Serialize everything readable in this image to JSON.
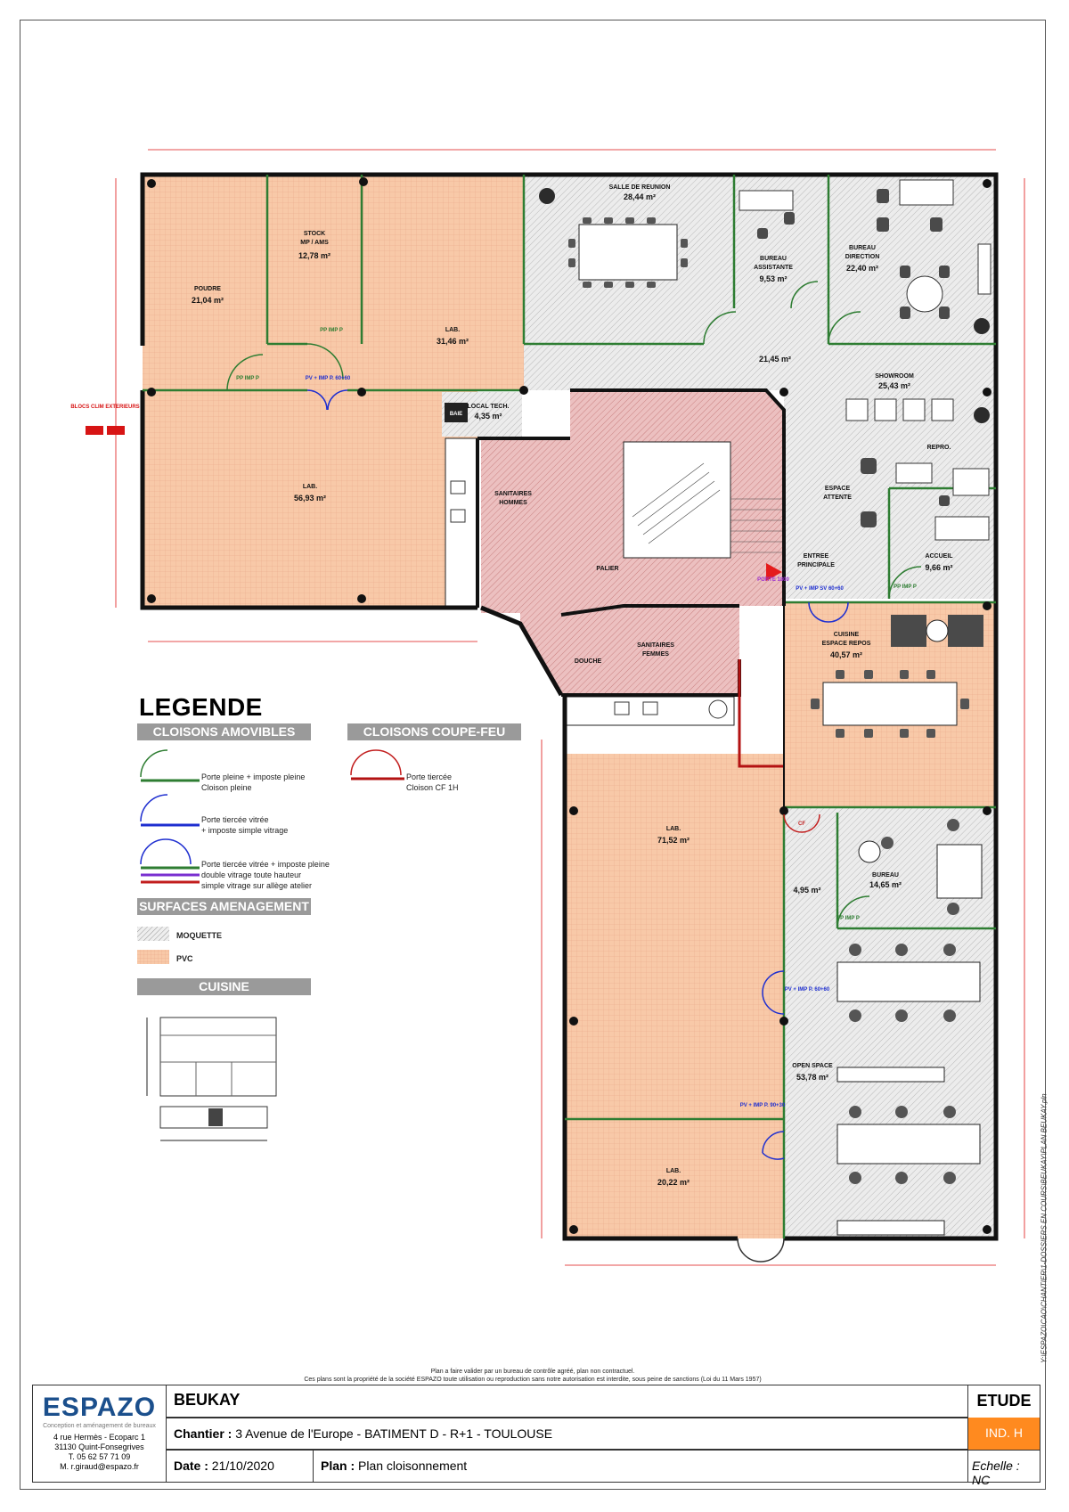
{
  "rooms": {
    "poudre": {
      "name": "POUDRE",
      "area": "21,04 m²"
    },
    "stock": {
      "name": "STOCK",
      "sub": "MP / AMS",
      "area": "12,78 m²"
    },
    "lab1": {
      "name": "LAB.",
      "area": "31,46 m²"
    },
    "lab2": {
      "name": "LAB.",
      "area": "56,93 m²"
    },
    "salle_reunion": {
      "name": "SALLE DE REUNION",
      "area": "28,44 m²"
    },
    "bureau_assistante": {
      "name": "BUREAU",
      "sub": "ASSISTANTE",
      "area": "9,53 m²"
    },
    "bureau_direction": {
      "name": "BUREAU",
      "sub": "DIRECTION",
      "area": "22,40 m²"
    },
    "circulation": {
      "area": "21,45 m²"
    },
    "showroom": {
      "name": "SHOWROOM",
      "area": "25,43 m²"
    },
    "local_tech": {
      "name": "LOCAL TECH.",
      "area": "4,35 m²"
    },
    "san_hommes": {
      "name": "SANITAIRES",
      "sub": "HOMMES"
    },
    "san_femmes": {
      "name": "SANITAIRES",
      "sub": "FEMMES"
    },
    "douche": {
      "name": "DOUCHE"
    },
    "palier": {
      "name": "PALIER"
    },
    "espace_attente": {
      "name": "ESPACE",
      "sub": "ATTENTE"
    },
    "repro": {
      "name": "REPRO."
    },
    "accueil": {
      "name": "ACCUEIL",
      "area": "9,66 m²"
    },
    "entree": {
      "name": "ENTREE",
      "sub": "PRINCIPALE"
    },
    "cuisine": {
      "name": "CUISINE",
      "sub": "ESPACE REPOS",
      "area": "40,57 m²"
    },
    "lab3": {
      "name": "LAB.",
      "area": "71,52 m²"
    },
    "bureau": {
      "name": "BUREAU",
      "area": "14,65 m²"
    },
    "sas": {
      "area": "4,95 m²"
    },
    "open_space": {
      "name": "OPEN SPACE",
      "area": "53,78 m²"
    },
    "lab4": {
      "name": "LAB.",
      "area": "20,22 m²"
    }
  },
  "tags": {
    "pp_imp": "PP IMP P",
    "pv_imp_6060": "PV + IMP P. 60+60",
    "pv_imp_9030": "PV + IMP P. 90+30",
    "pv_imp_sv": "PV + IMP SV 60+60",
    "cf": "CF",
    "baie": "BAIE",
    "blocs_clim": "BLOCS CLIM EXTERIEURS",
    "porte": "PORTE 1800"
  },
  "legend": {
    "title": "LEGENDE",
    "cloisons_amovibles": "CLOISONS AMOVIBLES",
    "cloisons_coupe_feu": "CLOISONS COUPE-FEU",
    "item1": "Porte pleine + imposte pleine",
    "item1b": "Cloison pleine",
    "item2": "Porte tiercée vitrée",
    "item2b": "+ imposte simple vitrage",
    "item3": "Porte tiercée vitrée + imposte pleine",
    "item3b": "double vitrage toute hauteur",
    "item3c": "simple vitrage sur allège atelier",
    "cf_item": "Porte tiercée",
    "cf_itemb": "Cloison CF 1H",
    "surfaces": "SURFACES AMENAGEMENT",
    "moquette": "MOQUETTE",
    "pvc": "PVC",
    "cuisine": "CUISINE"
  },
  "footer": {
    "notice1": "Plan a faire valider par un bureau de contrôle agréé, plan non contractuel.",
    "notice2": "Ces plans sont la propriété de la société ESPAZO toute utilisation ou reproduction sans notre autorisation est interdite, sous peine de sanctions (Loi du 11 Mars 1957)",
    "logo": "ESPAZO",
    "tagline": "Conception et aménagement de bureaux",
    "addr1": "4 rue Hermès - Ecoparc 1",
    "addr2": "31130 Quint-Fonsegrives",
    "phone": "T. 05 62 57 71 09",
    "email": "M. r.giraud@espazo.fr",
    "client": "BEUKAY",
    "chantier_label": "Chantier :",
    "chantier": "3 Avenue de l'Europe - BATIMENT D - R+1 - TOULOUSE",
    "date_label": "Date :",
    "date": "21/10/2020",
    "plan_label": "Plan :",
    "plan": "Plan cloisonnement",
    "etude": "ETUDE",
    "ind": "IND. H",
    "echelle_label": "Echelle :",
    "echelle": "NC",
    "path": "Y:\\ESPAZO\\CAO\\CHANTIER\\1-DOSSIERS EN COURS\\BEUKAY\\PLAN BEUKAY.pln"
  },
  "colors": {
    "pvc": "#f8c9a8",
    "moquette": "#e4e4e4",
    "wc": "#e8b4b4",
    "green": "#2e7d32",
    "blue": "#1f2fd0",
    "red": "#c21e1e",
    "orange": "#ff8a1f"
  }
}
